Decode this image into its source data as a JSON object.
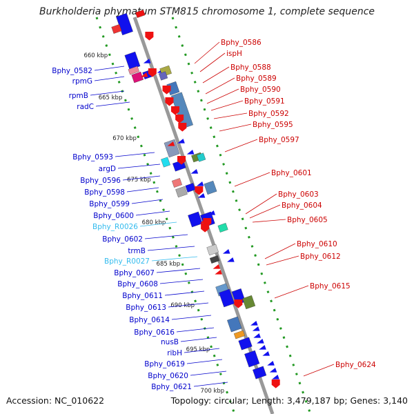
{
  "title": "Burkholderia phymatum STM815 chromosome 1, complete sequence",
  "footer": {
    "accession": "Accession: NC_010622",
    "summary": "Topology: circular; Length: 3,479,187 bp; Genes: 3,140"
  },
  "colors": {
    "forward_label": "#cc0000",
    "reverse_label": "#0000cc",
    "rna_label": "#33bbee",
    "backbone": "#999999",
    "dots": "#229922"
  },
  "kbp_ticks": [
    "660 kbp",
    "665 kbp",
    "670 kbp",
    "675 kbp",
    "680 kbp",
    "685 kbp",
    "690 kbp",
    "695 kbp",
    "700 kbp"
  ],
  "left_labels": [
    {
      "text": "Bphy_0582",
      "kind": "gene"
    },
    {
      "text": "rpmG",
      "kind": "gene"
    },
    {
      "text": "rpmB",
      "kind": "gene"
    },
    {
      "text": "radC",
      "kind": "gene"
    },
    {
      "text": "Bphy_0593",
      "kind": "gene"
    },
    {
      "text": "argD",
      "kind": "gene"
    },
    {
      "text": "Bphy_0596",
      "kind": "gene"
    },
    {
      "text": "Bphy_0598",
      "kind": "gene"
    },
    {
      "text": "Bphy_0599",
      "kind": "gene"
    },
    {
      "text": "Bphy_0600",
      "kind": "gene"
    },
    {
      "text": "Bphy_R0026",
      "kind": "rna"
    },
    {
      "text": "Bphy_0602",
      "kind": "gene"
    },
    {
      "text": "trmB",
      "kind": "gene"
    },
    {
      "text": "Bphy_R0027",
      "kind": "rna"
    },
    {
      "text": "Bphy_0607",
      "kind": "gene"
    },
    {
      "text": "Bphy_0608",
      "kind": "gene"
    },
    {
      "text": "Bphy_0611",
      "kind": "gene"
    },
    {
      "text": "Bphy_0613",
      "kind": "gene"
    },
    {
      "text": "Bphy_0614",
      "kind": "gene"
    },
    {
      "text": "Bphy_0616",
      "kind": "gene"
    },
    {
      "text": "nusB",
      "kind": "gene"
    },
    {
      "text": "ribH",
      "kind": "gene"
    },
    {
      "text": "Bphy_0619",
      "kind": "gene"
    },
    {
      "text": "Bphy_0620",
      "kind": "gene"
    },
    {
      "text": "Bphy_0621",
      "kind": "gene"
    }
  ],
  "right_labels": [
    {
      "text": "Bphy_0586"
    },
    {
      "text": "ispH"
    },
    {
      "text": "Bphy_0588"
    },
    {
      "text": "Bphy_0589"
    },
    {
      "text": "Bphy_0590"
    },
    {
      "text": "Bphy_0591"
    },
    {
      "text": "Bphy_0592"
    },
    {
      "text": "Bphy_0595"
    },
    {
      "text": "Bphy_0597"
    },
    {
      "text": "Bphy_0601"
    },
    {
      "text": "Bphy_0603"
    },
    {
      "text": "Bphy_0604"
    },
    {
      "text": "Bphy_0605"
    },
    {
      "text": "Bphy_0610"
    },
    {
      "text": "Bphy_0612"
    },
    {
      "text": "Bphy_0615"
    },
    {
      "text": "Bphy_0624"
    }
  ]
}
